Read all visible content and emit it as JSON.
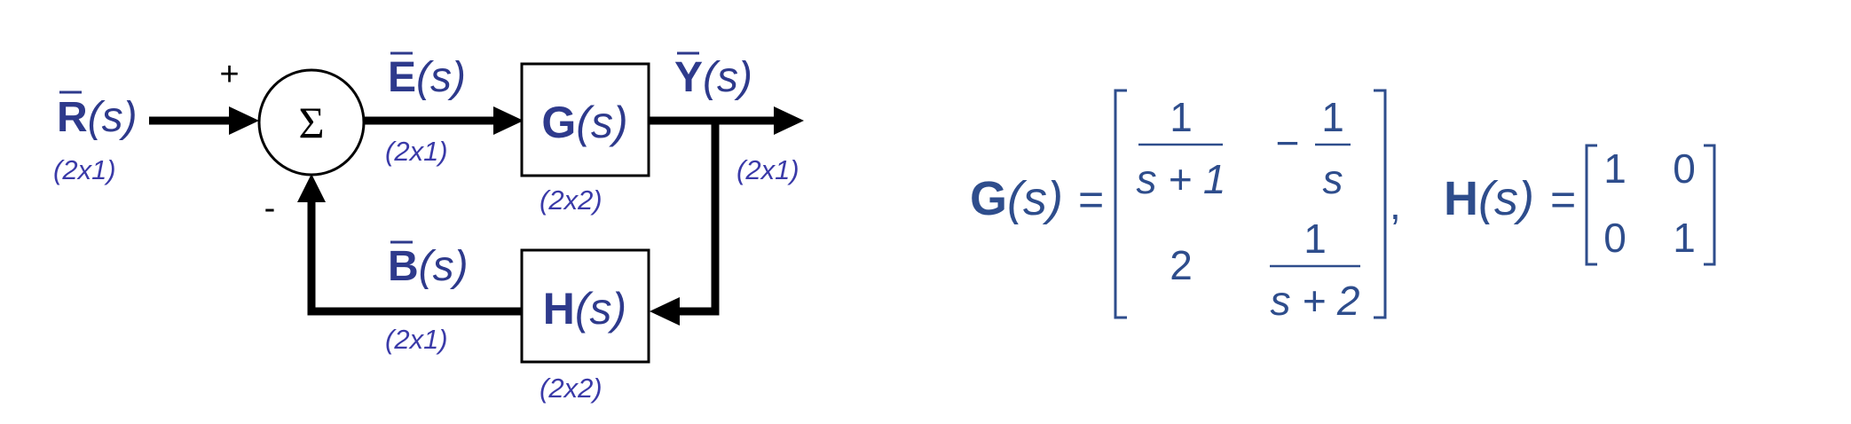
{
  "diagram": {
    "input": {
      "symbol": "R",
      "arg": "(s)",
      "dim": "(2x1)"
    },
    "sum_symbol": "Σ",
    "sum_plus": "+",
    "sum_minus": "-",
    "error": {
      "symbol": "E",
      "arg": "(s)",
      "dim": "(2x1)"
    },
    "plant": {
      "symbol": "G",
      "arg": "(s)",
      "dim": "(2x2)"
    },
    "output": {
      "symbol": "Y",
      "arg": "(s)",
      "dim": "(2x1)"
    },
    "feedback_block": {
      "symbol": "H",
      "arg": "(s)",
      "dim": "(2x2)"
    },
    "feedback_signal": {
      "symbol": "B",
      "arg": "(s)",
      "dim": "(2x1)"
    }
  },
  "equations": {
    "G": {
      "symbol": "G",
      "arg": "(s)",
      "eq": "=",
      "m11_num": "1",
      "m11_den": "s + 1",
      "m12_sign": "−",
      "m12_num": "1",
      "m12_den": "s",
      "m21": "2",
      "m22_num": "1",
      "m22_den": "s + 2",
      "separator": ","
    },
    "H": {
      "symbol": "H",
      "arg": "(s)",
      "eq": "=",
      "m11": "1",
      "m12": "0",
      "m21": "0",
      "m22": "1"
    }
  },
  "colors": {
    "label": "#2e3a8c",
    "dimension": "#3a3aa8",
    "line": "#000000"
  }
}
